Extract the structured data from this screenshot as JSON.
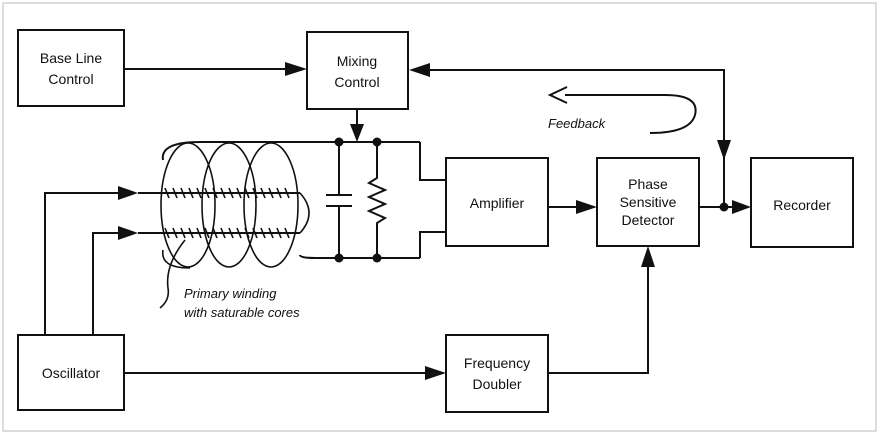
{
  "blocks": {
    "base_line_control": [
      "Base Line",
      "Control"
    ],
    "mixing_control": [
      "Mixing",
      "Control"
    ],
    "amplifier": [
      "Amplifier"
    ],
    "phase_sensitive_detector": [
      "Phase",
      "Sensitive",
      "Detector"
    ],
    "recorder": [
      "Recorder"
    ],
    "oscillator": [
      "Oscillator"
    ],
    "frequency_doubler": [
      "Frequency",
      "Doubler"
    ]
  },
  "annotations": {
    "feedback": "Feedback",
    "primary_winding": [
      "Primary winding",
      "with saturable cores"
    ]
  }
}
